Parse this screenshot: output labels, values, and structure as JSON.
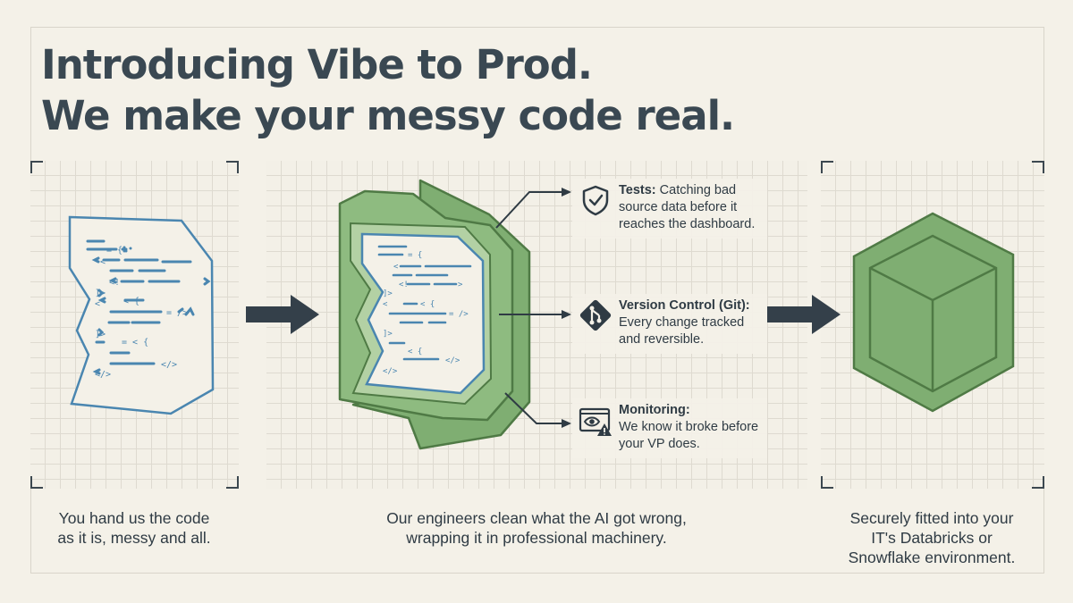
{
  "title": {
    "line1": "Introducing Vibe to Prod.",
    "line2": "We make your messy code real."
  },
  "callouts": {
    "tests": {
      "label": "Tests:",
      "text": "Catching bad source data before it reaches the dashboard.",
      "icon": "shield-check-icon"
    },
    "version_control": {
      "label": "Version Control (Git):",
      "text": "Every change tracked and reversible.",
      "icon": "git-icon"
    },
    "monitoring": {
      "label": "Monitoring:",
      "text": "We know it broke before your VP does.",
      "icon": "eye-warning-icon"
    }
  },
  "captions": {
    "left": {
      "line1": "You hand us the code",
      "line2": "as it is, messy and all."
    },
    "middle": {
      "line1": "Our engineers clean what the AI got wrong,",
      "line2": "wrapping it in professional machinery."
    },
    "right": {
      "line1": "Securely fitted into your",
      "line2": "IT's Databricks or",
      "line3": "Snowflake environment."
    }
  },
  "colors": {
    "background": "#f4f1e8",
    "grid": "#dedad0",
    "ink": "#2f3b44",
    "code_blue": "#4a86b0",
    "green_fill": "#7fae72",
    "green_light": "#a8c99a",
    "green_stroke": "#4f7a45"
  }
}
